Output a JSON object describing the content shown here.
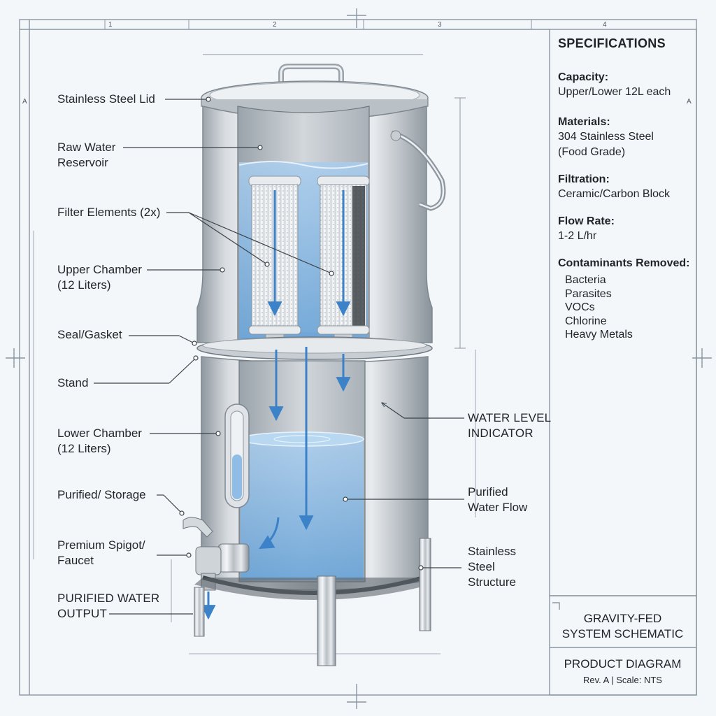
{
  "grid": {
    "columns": [
      "1",
      "2",
      "3",
      "4"
    ],
    "row_marker": "A"
  },
  "labels": {
    "lid": "Stainless Steel Lid",
    "raw_water": [
      "Raw Water",
      "Reservoir"
    ],
    "filters": "Filter Elements (2x)",
    "upper_chamber": [
      "Upper Chamber",
      "(12 Liters)"
    ],
    "seal": "Seal/Gasket",
    "stand": "Stand",
    "lower_chamber": [
      "Lower Chamber",
      "(12 Liters)"
    ],
    "purified_storage": "Purified/ Storage",
    "spigot": [
      "Premium Spigot/",
      "Faucet"
    ],
    "output": [
      "PURIFIED WATER",
      "OUTPUT"
    ],
    "level_indicator": [
      "WATER LEVEL",
      "INDICATOR"
    ],
    "purified_flow": [
      "Purified",
      "Water Flow"
    ],
    "structure": [
      "Stainless",
      "Steel",
      "Structure"
    ]
  },
  "specifications": {
    "title": "SPECIFICATIONS",
    "capacity_label": "Capacity:",
    "capacity_value": "Upper/Lower 12L each",
    "materials_label": "Materials:",
    "materials_value": [
      "304 Stainless Steel",
      "(Food Grade)"
    ],
    "filtration_label": "Filtration:",
    "filtration_value": "Ceramic/Carbon Block",
    "flow_label": "Flow Rate:",
    "flow_value": "1-2 L/hr",
    "contaminants_label": "Contaminants Removed:",
    "contaminants": [
      "Bacteria",
      "Parasites",
      "VOCs",
      "Chlorine",
      "Heavy Metals"
    ]
  },
  "title_block": {
    "title": [
      "GRAVITY-FED",
      "SYSTEM SCHEMATIC"
    ],
    "name": "PRODUCT DIAGRAM",
    "revision": "Rev. A  |  Scale: NTS"
  },
  "colors": {
    "blueprint_line": "#8a96a3",
    "steel_dark": "#8e979f",
    "steel_light": "#f2f4f6",
    "water": "#7fb2de",
    "flow_arrow": "#3b82c8"
  }
}
